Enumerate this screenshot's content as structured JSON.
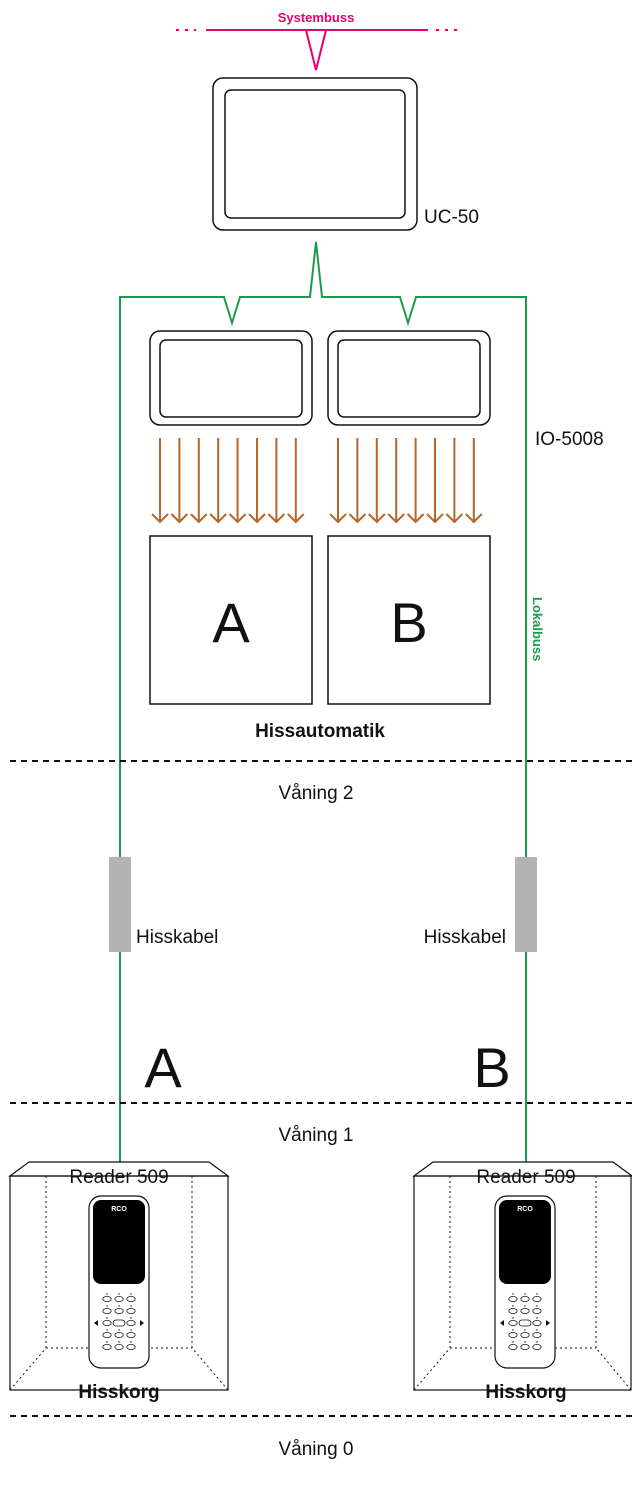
{
  "buses": {
    "system": "Systembuss",
    "local": "Lokalbuss"
  },
  "devices": {
    "controller": "UC-50",
    "io": "IO-5008"
  },
  "relays": {
    "a": "A",
    "b": "B",
    "caption": "Hissautomatik"
  },
  "floors": {
    "f2": "Våning 2",
    "f1": "Våning 1",
    "f0": "Våning 0"
  },
  "cables": {
    "left": "Hisskabel",
    "right": "Hisskabel",
    "left_letter": "A",
    "right_letter": "B"
  },
  "cars": {
    "left": {
      "reader": "Reader 509",
      "caption": "Hisskorg",
      "brand": "RCO"
    },
    "right": {
      "reader": "Reader 509",
      "caption": "Hisskorg",
      "brand": "RCO"
    }
  },
  "colors": {
    "system_bus": "#e6006e",
    "local_bus": "#1f9a4a",
    "arrows": "#b5662a",
    "cable": "#b3b3b3"
  }
}
